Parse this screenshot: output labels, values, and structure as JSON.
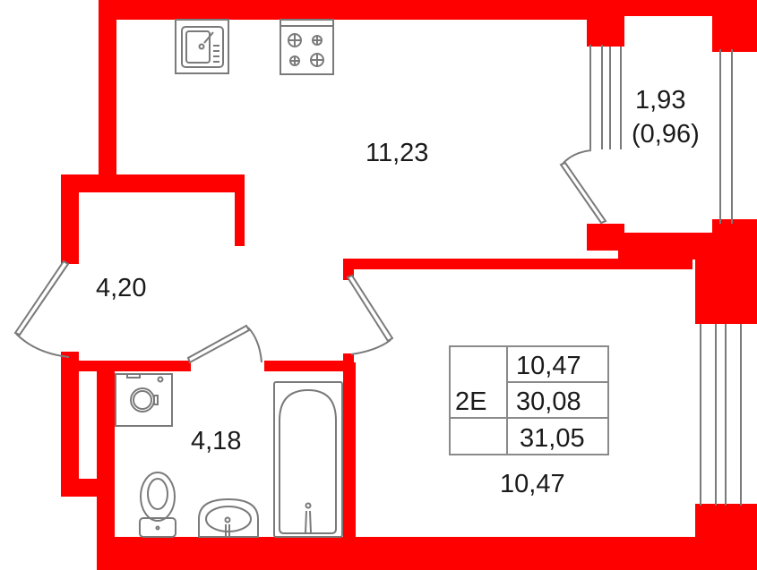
{
  "plan": {
    "wall_color": "#ff0000",
    "fixture_color": "#7a7a7a",
    "rooms": [
      {
        "id": "kitchen",
        "label": "11,23"
      },
      {
        "id": "hall",
        "label": "4,20"
      },
      {
        "id": "bathroom",
        "label": "4,18"
      },
      {
        "id": "balcony",
        "label": "1,93",
        "sub_label": "(0,96)"
      },
      {
        "id": "living",
        "label": "10,47"
      }
    ],
    "summary_table": {
      "apartment_type": "2E",
      "living_area": "10,47",
      "total_area": "30,08",
      "total_with_balcony": "31,05"
    },
    "fixtures": [
      "sink-icon",
      "stove-icon",
      "washing-machine-icon",
      "toilet-icon",
      "washbasin-icon",
      "bathtub-icon"
    ]
  }
}
